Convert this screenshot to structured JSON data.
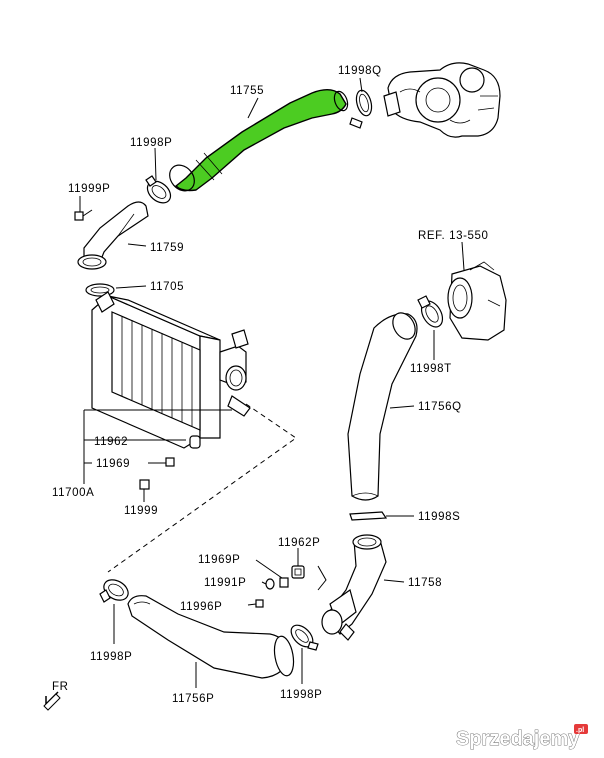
{
  "diagram": {
    "highlight_color": "#4ccc22",
    "labels": {
      "p11755": "11755",
      "p11998Q": "11998Q",
      "p11998P_top": "11998P",
      "p11999P": "11999P",
      "p11759": "11759",
      "p11705": "11705",
      "ref": "REF. 13-550",
      "p11998T": "11998T",
      "p11756Q": "11756Q",
      "p11962_left": "11962",
      "p11969": "11969",
      "p11700A": "11700A",
      "p11999": "11999",
      "p11998S": "11998S",
      "p11962P": "11962P",
      "p11969P": "11969P",
      "p11991P": "11991P",
      "p11758": "11758",
      "p11996P": "11996P",
      "p11998P_bl": "11998P",
      "p11756P": "11756P",
      "p11998P_br": "11998P",
      "fr": "FR"
    }
  },
  "watermark": {
    "text": "Sprzedajemy",
    "suffix": ".pl"
  }
}
